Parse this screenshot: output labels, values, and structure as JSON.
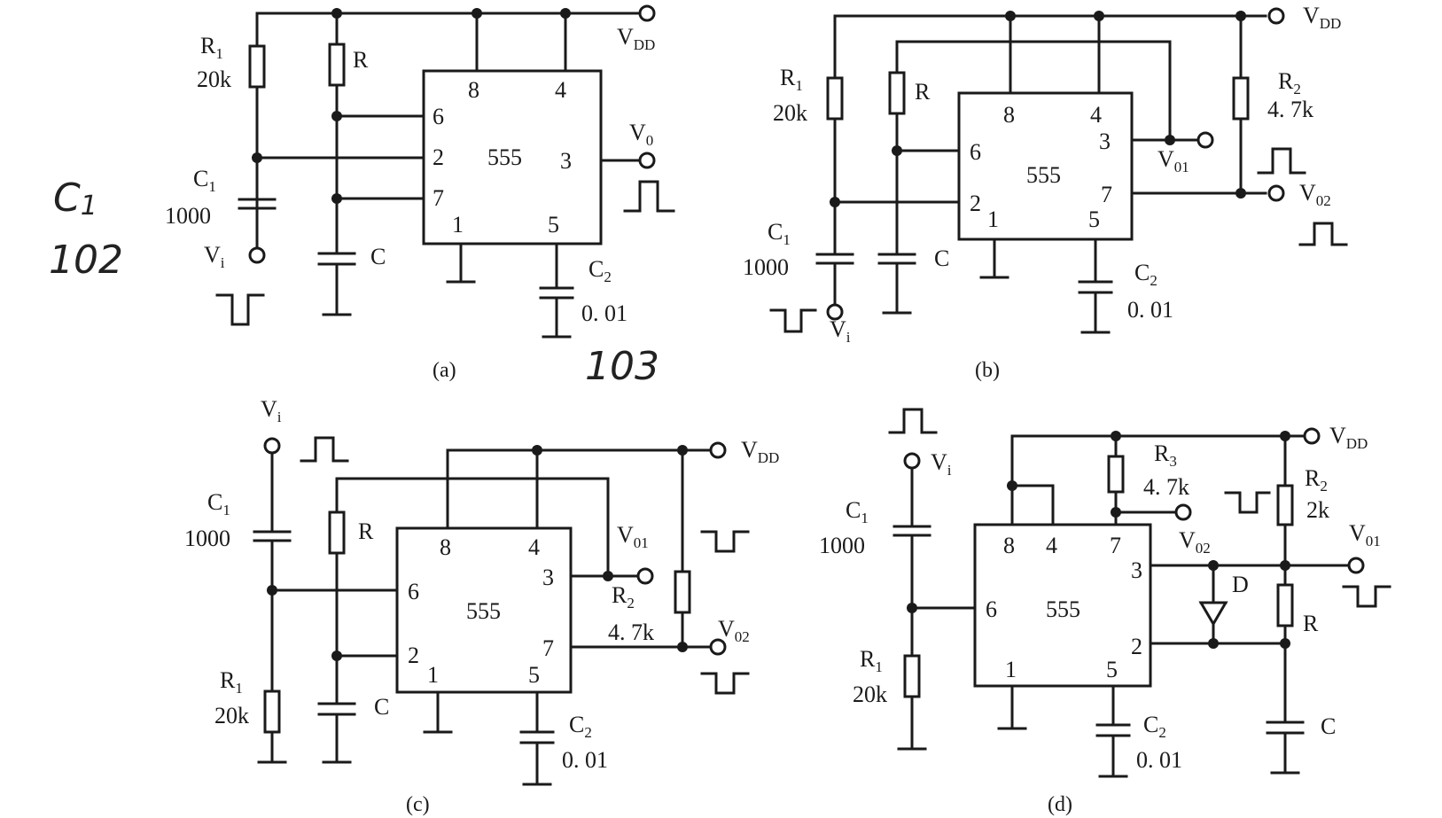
{
  "chip_label": "555",
  "circuits": {
    "a": {
      "caption": "(a)",
      "pins": {
        "p8": "8",
        "p4": "4",
        "p6": "6",
        "p2": "2",
        "p7": "7",
        "p3": "3",
        "p1": "1",
        "p5": "5"
      },
      "vdd": "V",
      "vdd_sub": "DD",
      "r1": "R",
      "r1_sub": "1",
      "r1_val": "20k",
      "r": "R",
      "c1": "C",
      "c1_sub": "1",
      "c1_val": "1000",
      "c": "C",
      "c2": "C",
      "c2_sub": "2",
      "c2_val": "0. 01",
      "vi": "V",
      "vi_sub": "i",
      "vo": "V",
      "vo_sub": "0"
    },
    "b": {
      "caption": "(b)",
      "pins": {
        "p8": "8",
        "p4": "4",
        "p6": "6",
        "p2": "2",
        "p7": "7",
        "p3": "3",
        "p1": "1",
        "p5": "5"
      },
      "vdd": "V",
      "vdd_sub": "DD",
      "r1": "R",
      "r1_sub": "1",
      "r1_val": "20k",
      "r": "R",
      "r2": "R",
      "r2_sub": "2",
      "r2_val": "4. 7k",
      "c1": "C",
      "c1_sub": "1",
      "c1_val": "1000",
      "c": "C",
      "c2": "C",
      "c2_sub": "2",
      "c2_val": "0. 01",
      "vi": "V",
      "vi_sub": "i",
      "vo1": "V",
      "vo1_sub": "01",
      "vo2": "V",
      "vo2_sub": "02"
    },
    "c": {
      "caption": "(c)",
      "pins": {
        "p8": "8",
        "p4": "4",
        "p6": "6",
        "p2": "2",
        "p7": "7",
        "p3": "3",
        "p1": "1",
        "p5": "5"
      },
      "vdd": "V",
      "vdd_sub": "DD",
      "r1": "R",
      "r1_sub": "1",
      "r1_val": "20k",
      "r": "R",
      "r2": "R",
      "r2_sub": "2",
      "r2_val": "4. 7k",
      "c1": "C",
      "c1_sub": "1",
      "c1_val": "1000",
      "c": "C",
      "c2": "C",
      "c2_sub": "2",
      "c2_val": "0. 01",
      "vi": "V",
      "vi_sub": "i",
      "vo1": "V",
      "vo1_sub": "01",
      "vo2": "V",
      "vo2_sub": "02"
    },
    "d": {
      "caption": "(d)",
      "pins": {
        "p8": "8",
        "p4": "4",
        "p7": "7",
        "p6": "6",
        "p3": "3",
        "p2": "2",
        "p1": "1",
        "p5": "5"
      },
      "vdd": "V",
      "vdd_sub": "DD",
      "r1": "R",
      "r1_sub": "1",
      "r1_val": "20k",
      "r2": "R",
      "r2_sub": "2",
      "r2_val": "2k",
      "r3": "R",
      "r3_sub": "3",
      "r3_val": "4. 7k",
      "r": "R",
      "c1": "C",
      "c1_sub": "1",
      "c1_val": "1000",
      "c": "C",
      "c2": "C",
      "c2_sub": "2",
      "c2_val": "0. 01",
      "diode": "D",
      "vi": "V",
      "vi_sub": "i",
      "vo1": "V",
      "vo1_sub": "01",
      "vo2": "V",
      "vo2_sub": "02"
    }
  },
  "handwriting": {
    "c1_note": "C",
    "c1_note_sub": "1",
    "code_102": "102",
    "code_103": "103"
  }
}
